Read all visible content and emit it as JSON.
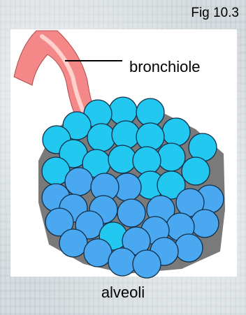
{
  "figure": {
    "number_label": "Fig 10.3",
    "bronchiole_label": "bronchiole",
    "alveoli_label": "alveoli"
  },
  "colors": {
    "bronchiole_fill": "#f48888",
    "bronchiole_highlight": "#ffd0cc",
    "alveolus_cyan": "#22c8f0",
    "alveolus_blue": "#4aa8f0",
    "alveolus_stroke": "#12304a",
    "gap_grey": "#7a7a7a",
    "label_line": "#000000"
  }
}
